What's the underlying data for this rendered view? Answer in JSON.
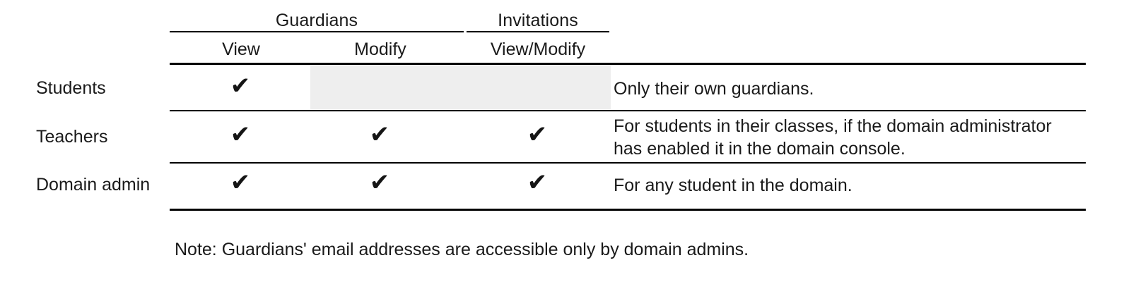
{
  "table": {
    "group_headers": [
      {
        "label": "Guardians"
      },
      {
        "label": "Invitations"
      }
    ],
    "column_headers": [
      {
        "label": "View"
      },
      {
        "label": "Modify"
      },
      {
        "label": "View/Modify"
      }
    ],
    "rows": [
      {
        "label": "Students",
        "guardians_view": "✔",
        "guardians_modify": "",
        "invitations_view_modify": "",
        "description": "Only their own guardians."
      },
      {
        "label": "Teachers",
        "guardians_view": "✔",
        "guardians_modify": "✔",
        "invitations_view_modify": "✔",
        "description": "For students in their classes, if the domain administrator\nhas enabled it in the domain console."
      },
      {
        "label": "Domain admin",
        "guardians_view": "✔",
        "guardians_modify": "✔",
        "invitations_view_modify": "✔",
        "description": "For any student in the domain."
      }
    ]
  },
  "footnote": {
    "text": "Note: Guardians' email addresses are accessible only by domain admins."
  },
  "colors": {
    "rule": "#000000",
    "text": "#1a1a1a",
    "shaded_cell": "#eeeeee",
    "background": "#ffffff"
  }
}
